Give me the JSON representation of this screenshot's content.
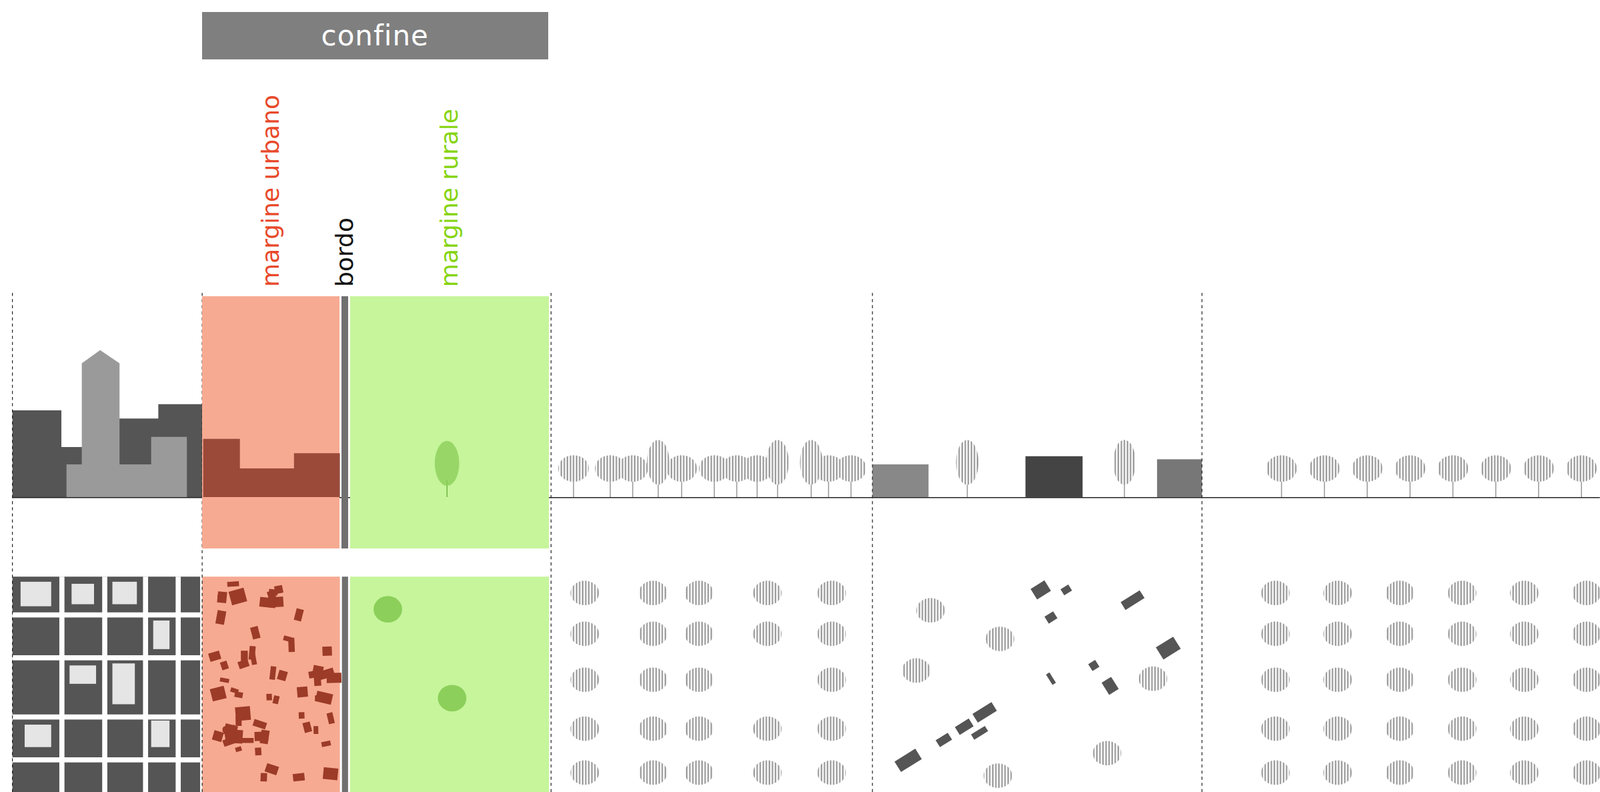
{
  "diagram": {
    "nodes": [
      {
        "text": [
          "confine"
        ]
      },
      {
        "text": [
          "margine urbano"
        ]
      },
      {
        "text": [
          "bordo"
        ]
      },
      {
        "text": [
          "margine rurale"
        ]
      }
    ]
  }
}
